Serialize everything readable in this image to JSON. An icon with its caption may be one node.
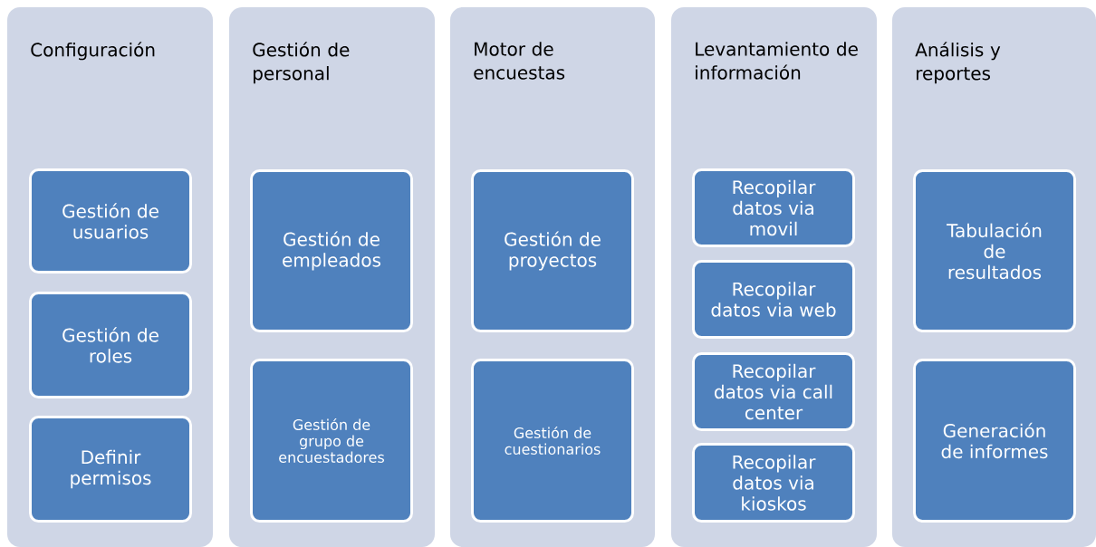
{
  "diagram": {
    "nodes": [
      {
        "text": [
          "Configuración"
        ]
      },
      {
        "text": [
          "Gestión de usuarios"
        ],
        "in": 0
      },
      {
        "text": [
          "Gestión de roles"
        ],
        "in": 0
      },
      {
        "text": [
          "Definir permisos"
        ],
        "in": 0
      },
      {
        "text": [
          "Gestión de personal"
        ]
      },
      {
        "text": [
          "Gestión de empleados"
        ],
        "in": 4
      },
      {
        "text": [
          "Gestión de grupo de encuestadores"
        ],
        "in": 4
      },
      {
        "text": [
          "Motor de encuestas"
        ]
      },
      {
        "text": [
          "Gestión de proyectos"
        ],
        "in": 7
      },
      {
        "text": [
          "Gestión de cuestionarios"
        ],
        "in": 7
      },
      {
        "text": [
          "Levantamiento de información"
        ]
      },
      {
        "text": [
          "Recopilar datos via movil"
        ],
        "in": 10
      },
      {
        "text": [
          "Recopilar datos via web"
        ],
        "in": 10
      },
      {
        "text": [
          "Recopilar datos via call center"
        ],
        "in": 10
      },
      {
        "text": [
          "Recopilar datos via kioskos"
        ],
        "in": 10
      },
      {
        "text": [
          "Análisis y reportes"
        ]
      },
      {
        "text": [
          "Tabulación de resultados"
        ],
        "in": 15
      },
      {
        "text": [
          "Generación de informes"
        ],
        "in": 15
      }
    ]
  }
}
